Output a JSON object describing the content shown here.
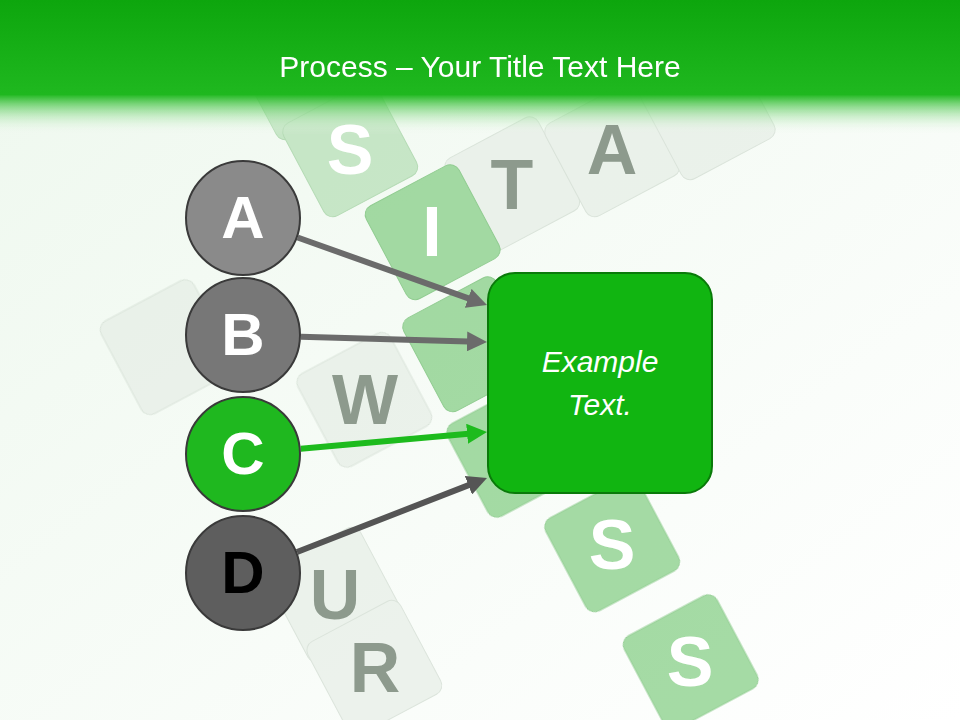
{
  "diagram": {
    "title": "Process – Your Title Text Here",
    "nodes": [
      {
        "text": [
          "A"
        ]
      },
      {
        "text": [
          "B"
        ]
      },
      {
        "text": [
          "C"
        ]
      },
      {
        "text": [
          "D"
        ]
      },
      {
        "text": [
          "Example Text."
        ]
      }
    ],
    "edges": [
      {
        "from": 0,
        "to": 4,
        "arrow": "to"
      },
      {
        "from": 1,
        "to": 4,
        "arrow": "to"
      },
      {
        "from": 2,
        "to": 4,
        "arrow": "to"
      },
      {
        "from": 3,
        "to": 4,
        "arrow": "to"
      }
    ],
    "labels": [
      "S",
      "I",
      "W",
      "U",
      "R",
      "S",
      "S",
      "T",
      "A"
    ]
  }
}
